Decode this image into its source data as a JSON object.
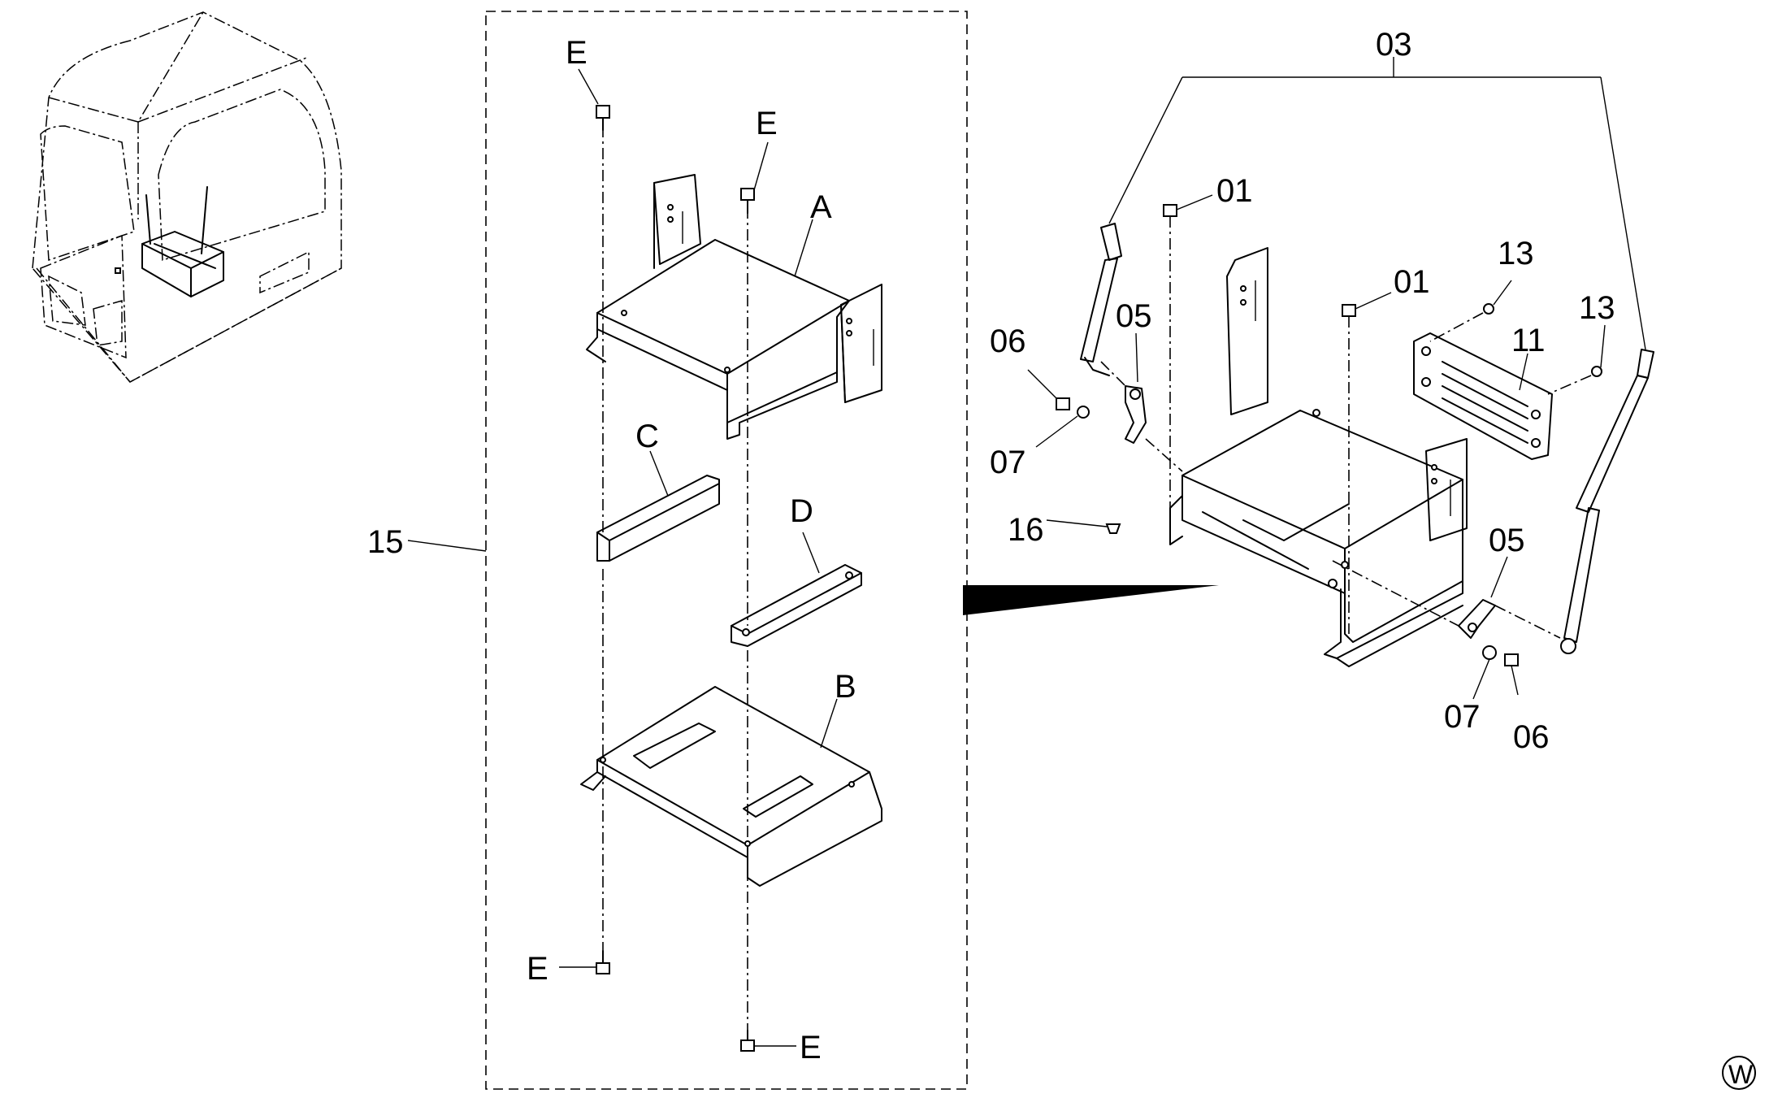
{
  "labels": {
    "assembly": "15",
    "seat_belt": "03",
    "part_A": "A",
    "part_B": "B",
    "part_C": "C",
    "part_D": "D",
    "bolt_E": "E",
    "bolt_01": "01",
    "bracket_05": "05",
    "bolt_06": "06",
    "washer_07": "07",
    "plate_11": "11",
    "screw_13": "13",
    "plug_16": "16",
    "watermark": "W"
  }
}
